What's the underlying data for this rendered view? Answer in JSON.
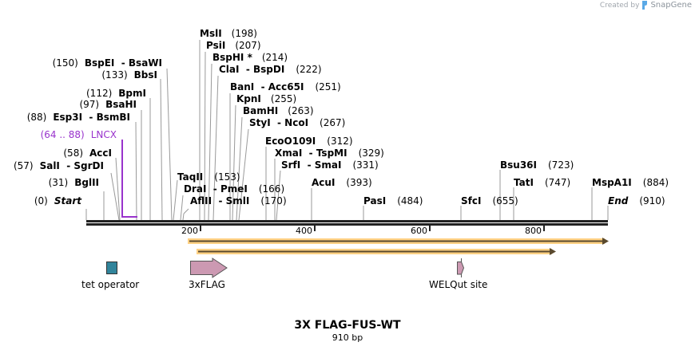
{
  "credit": {
    "prefix": "Created by",
    "brand": "SnapGene"
  },
  "title": "3X FLAG-FUS-WT",
  "length_label": "910 bp",
  "colors": {
    "backbone": "#222222",
    "site_line": "#999999",
    "lncx": "#9933cc",
    "orf_fill": "#ffcc77",
    "orf_line": "#5a4a2e",
    "tet_operator": "#31849b",
    "flag": "#cc99b2"
  },
  "ruler": {
    "ticks": [
      "200",
      "400",
      "600",
      "800"
    ]
  },
  "sites": [
    {
      "name": "Start",
      "pos": "(0)",
      "italic": true
    },
    {
      "name": "BglII",
      "pos": "(31)"
    },
    {
      "name": "SalI  - SgrDI",
      "pos": "(57)"
    },
    {
      "name": "AccI",
      "pos": "(58)"
    },
    {
      "name": "Esp3I  - BsmBI",
      "pos": "(88)"
    },
    {
      "name": "BsaHI",
      "pos": "(97)"
    },
    {
      "name": "BpmI",
      "pos": "(112)"
    },
    {
      "name": "BbsI",
      "pos": "(133)"
    },
    {
      "name": "BspEI  - BsaWI",
      "pos": "(150)"
    },
    {
      "name": "TaqII",
      "pos": "(153)"
    },
    {
      "name": "DraI  - PmeI",
      "pos": "(166)"
    },
    {
      "name": "AflII  - SmlI",
      "pos": "(170)"
    },
    {
      "name": "MslI",
      "pos": "(198)"
    },
    {
      "name": "PsiI",
      "pos": "(207)"
    },
    {
      "name": "BspHI *",
      "pos": "(214)"
    },
    {
      "name": "ClaI  - BspDI",
      "pos": "(222)"
    },
    {
      "name": "BanI  - Acc65I",
      "pos": "(251)"
    },
    {
      "name": "KpnI",
      "pos": "(255)"
    },
    {
      "name": "BamHI",
      "pos": "(263)"
    },
    {
      "name": "StyI  - NcoI",
      "pos": "(267)"
    },
    {
      "name": "EcoO109I",
      "pos": "(312)"
    },
    {
      "name": "XmaI  - TspMI",
      "pos": "(329)"
    },
    {
      "name": "SrfI  - SmaI",
      "pos": "(331)"
    },
    {
      "name": "AcuI",
      "pos": "(393)"
    },
    {
      "name": "PasI",
      "pos": "(484)"
    },
    {
      "name": "SfcI",
      "pos": "(655)"
    },
    {
      "name": "Bsu36I",
      "pos": "(723)"
    },
    {
      "name": "TatI",
      "pos": "(747)"
    },
    {
      "name": "MspA1I",
      "pos": "(884)"
    },
    {
      "name": "End",
      "pos": "(910)",
      "italic": true
    }
  ],
  "primer": {
    "name": "LNCX",
    "range": "(64 .. 88)"
  },
  "features": [
    {
      "name": "tet operator"
    },
    {
      "name": "3xFLAG"
    },
    {
      "name": "WELQut site"
    }
  ]
}
